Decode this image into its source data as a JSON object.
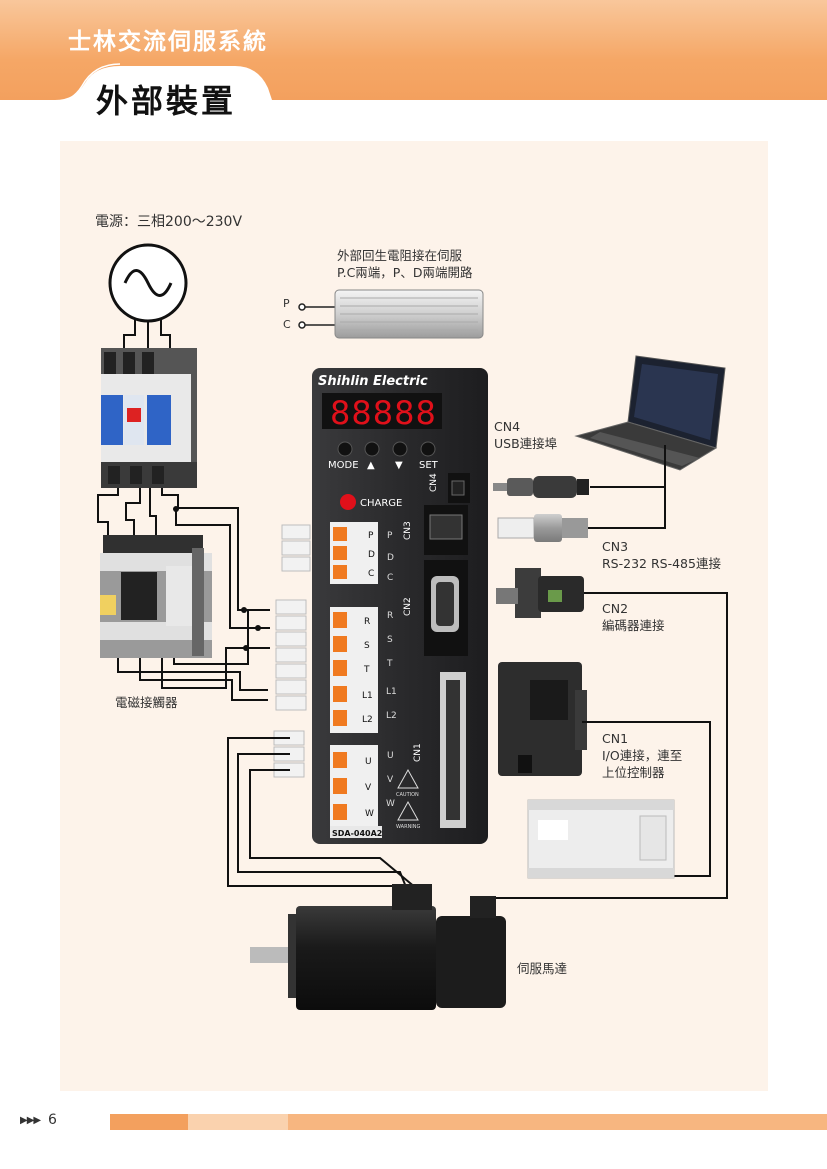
{
  "header": {
    "series_title": "士林交流伺服系統",
    "page_title": "外部裝置"
  },
  "diagram": {
    "power_label": "電源：三相200～230V",
    "regen_label_line1": "外部回生電阻接在伺服",
    "regen_label_line2": "P.C兩端，P、D兩端開路",
    "terminal_p": "P",
    "terminal_c": "C",
    "cn4_label": "CN4",
    "cn4_desc": "USB連接埠",
    "cn3_label": "CN3",
    "cn3_desc": "RS-232 RS-485連接",
    "cn2_label": "CN2",
    "cn2_desc": "編碼器連接",
    "cn1_label": "CN1",
    "cn1_desc_line1": "I/O連接，連至",
    "cn1_desc_line2": "上位控制器",
    "contactor_label": "電磁接觸器",
    "motor_label": "伺服馬達",
    "drive": {
      "brand": "Shihlin Electric",
      "display": "88888",
      "btn_mode": "MODE",
      "btn_up": "▲",
      "btn_down": "▼",
      "btn_set": "SET",
      "charge": "CHARGE",
      "port_cn4": "CN4",
      "port_cn3": "CN3",
      "port_cn2": "CN2",
      "port_cn1": "CN1",
      "t_p": "P",
      "t_d": "D",
      "t_c": "C",
      "t_r": "R",
      "t_s": "S",
      "t_t": "T",
      "t_l1": "L1",
      "t_l2": "L2",
      "t_u": "U",
      "t_v": "V",
      "t_w": "W",
      "caution": "CAUTION",
      "warning": "WARNING",
      "model": "SDA-040A2"
    }
  },
  "footer": {
    "arrows": "▶▶▶",
    "page_number": "6"
  },
  "colors": {
    "header_orange": "#f3a05e",
    "panel_bg": "#fdf3ea",
    "drive_body": "#2b2b2d",
    "led_red": "#e0101a",
    "terminal_orange": "#f07a20"
  }
}
